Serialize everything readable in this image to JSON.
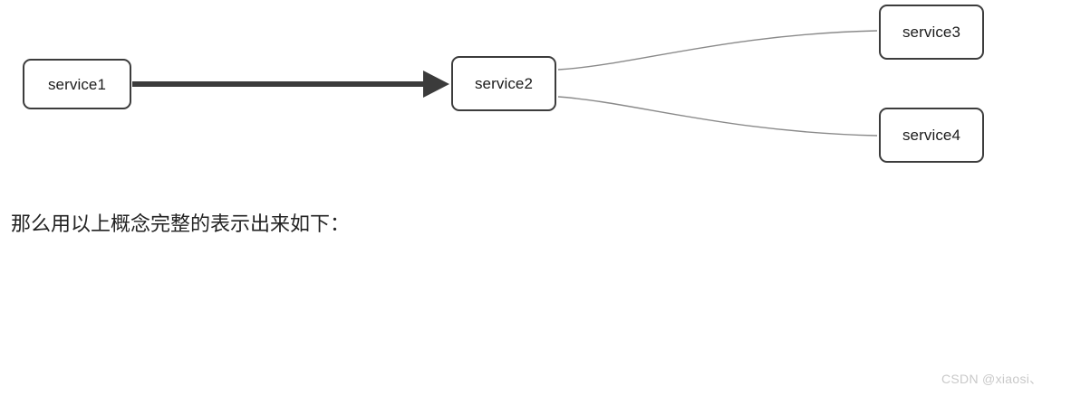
{
  "page": {
    "background_color": "#ffffff",
    "watermark": "CSDN @xiaosi、"
  },
  "diagram": {
    "type": "directed-graph",
    "title": "",
    "nodes": [
      {
        "id": "service1",
        "label": "service1"
      },
      {
        "id": "service2",
        "label": "service2"
      },
      {
        "id": "service3",
        "label": "service3"
      },
      {
        "id": "service4",
        "label": "service4"
      }
    ],
    "edges": [
      {
        "from": "service1",
        "to": "service2",
        "style": "thick-arrow",
        "color": "#3b3b3b"
      },
      {
        "from": "service2",
        "to": "service3",
        "style": "thin-curve",
        "color": "#8a8a8a"
      },
      {
        "from": "service2",
        "to": "service4",
        "style": "thin-curve",
        "color": "#8a8a8a"
      }
    ],
    "node_border_color": "#3c3c3c",
    "node_fill_color": "#ffffff",
    "label_color": "#1c1c1c"
  },
  "content": {
    "paragraph": "那么用以上概念完整的表示出来如下："
  }
}
